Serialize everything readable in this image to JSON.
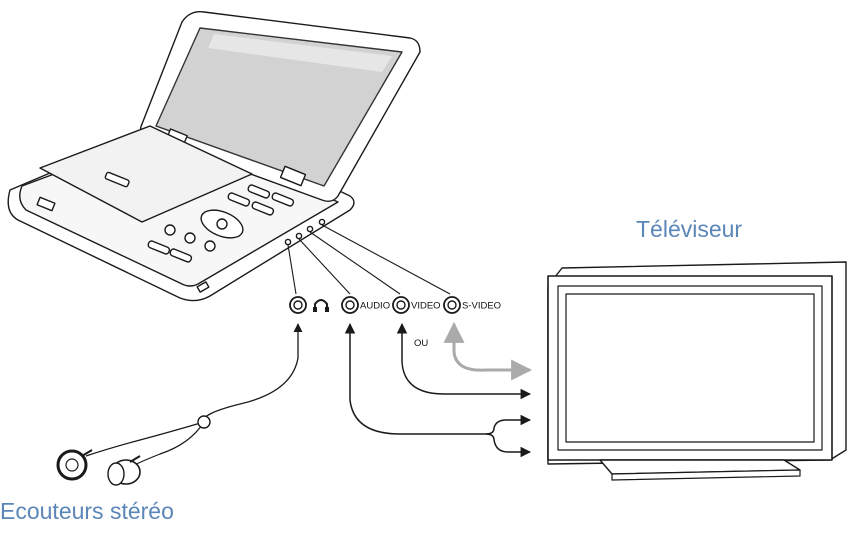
{
  "labels": {
    "tv": "Téléviseur",
    "earphones": "Ecouteurs stéréo",
    "or": "OU"
  },
  "ports": [
    {
      "id": "headphone",
      "text": ""
    },
    {
      "id": "audio",
      "text": "AUDIO"
    },
    {
      "id": "video",
      "text": "VIDEO"
    },
    {
      "id": "svideo",
      "text": "S-VIDEO"
    }
  ],
  "icons": {
    "headphone": "headphone-icon"
  },
  "colors": {
    "label_text": "#5b86b8",
    "line": "#1a1a1a",
    "grey_cable": "#aaaaaa"
  }
}
